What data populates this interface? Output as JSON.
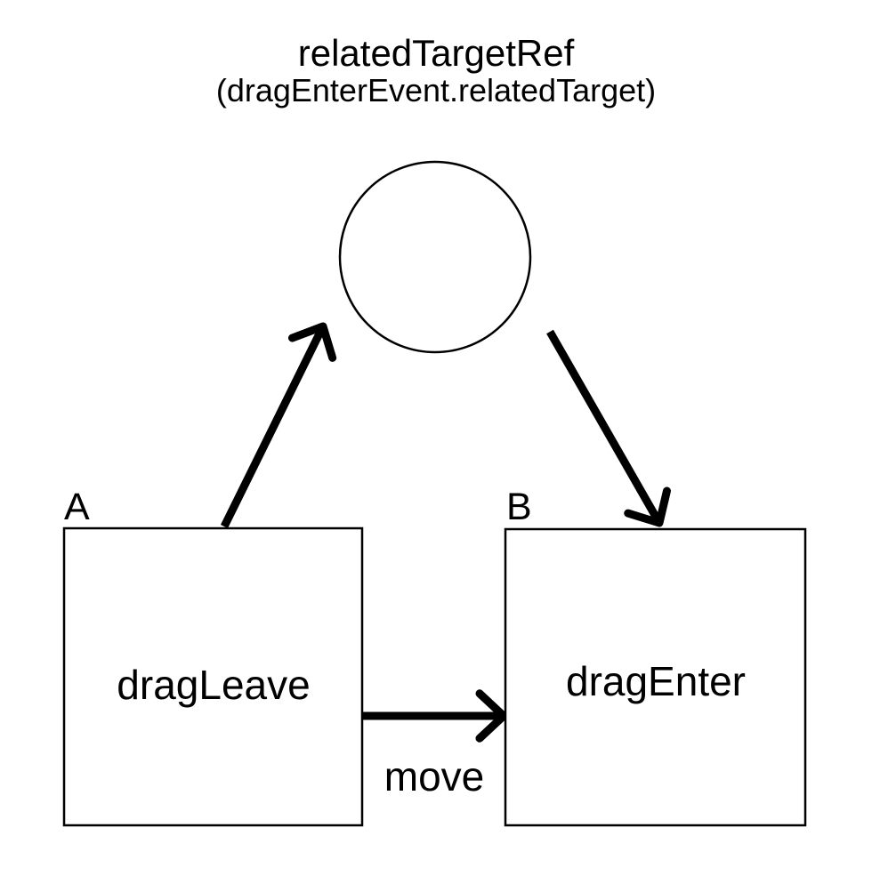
{
  "diagram": {
    "title": "relatedTargetRef",
    "subtitle": "(dragEnterEvent.relatedTarget)",
    "related_target_node": {
      "shape": "circle"
    },
    "node_a": {
      "label": "A",
      "event": "dragLeave"
    },
    "node_b": {
      "label": "B",
      "event": "dragEnter"
    },
    "edges": {
      "move_label": "move"
    },
    "colors": {
      "ink": "#000000",
      "background": "#ffffff"
    }
  }
}
